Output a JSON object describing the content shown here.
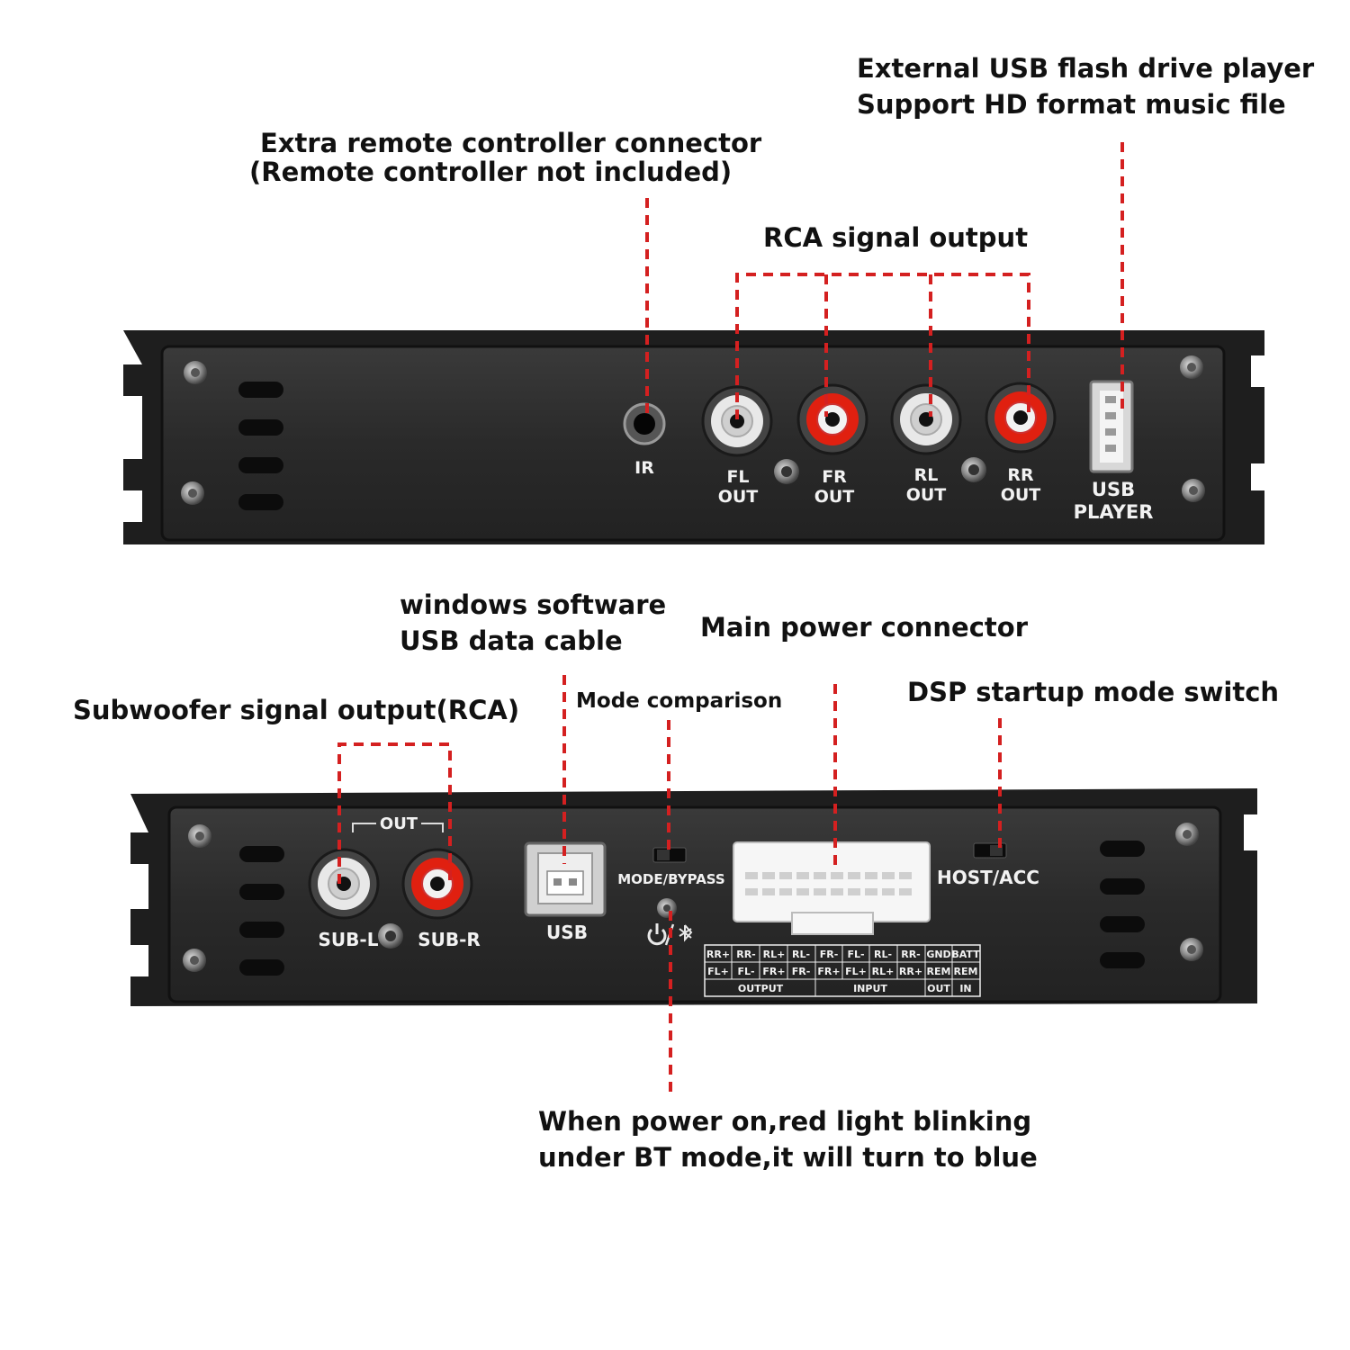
{
  "callouts": {
    "usb_player": {
      "line1": "External USB flash drive player",
      "line2": "Support HD format music file"
    },
    "remote": {
      "line1": "Extra remote controller connector",
      "line2": "(Remote controller not included)"
    },
    "rca_output": "RCA signal output",
    "software": {
      "line1": "windows software",
      "line2": "USB data cable"
    },
    "main_power": "Main power connector",
    "subwoofer": "Subwoofer signal output(RCA)",
    "mode_comparison": "Mode comparison",
    "dsp_switch": "DSP startup mode switch",
    "power_led": {
      "line1": "When power on,red light blinking",
      "line2": "under BT mode,it will turn to blue"
    }
  },
  "front_panel": {
    "ir": "IR",
    "fl": {
      "line1": "FL",
      "line2": "OUT"
    },
    "fr": {
      "line1": "FR",
      "line2": "OUT"
    },
    "rl": {
      "line1": "RL",
      "line2": "OUT"
    },
    "rr": {
      "line1": "RR",
      "line2": "OUT"
    },
    "usb_player": {
      "line1": "USB",
      "line2": "PLAYER"
    }
  },
  "rear_panel": {
    "out": "OUT",
    "sub_l": "SUB-L",
    "sub_r": "SUB-R",
    "usb": "USB",
    "mode_bypass": "MODE/BYPASS",
    "host_acc": "HOST/ACC",
    "wiring_table": {
      "row1": [
        "RR+",
        "RR-",
        "RL+",
        "RL-",
        "FR-",
        "FL-",
        "RL-",
        "RR-",
        "GND",
        "BATT"
      ],
      "row2": [
        "FL+",
        "FL-",
        "FR+",
        "FR-",
        "FR+",
        "FL+",
        "RL+",
        "RR+",
        "REM",
        "REM"
      ],
      "row3": [
        "OUTPUT",
        "INPUT",
        "OUT",
        "IN"
      ]
    }
  },
  "colors": {
    "panel": "#2b2b2b",
    "leader": "#d42020",
    "rca_red": "#e02010",
    "rca_white": "#e8e8e8"
  }
}
